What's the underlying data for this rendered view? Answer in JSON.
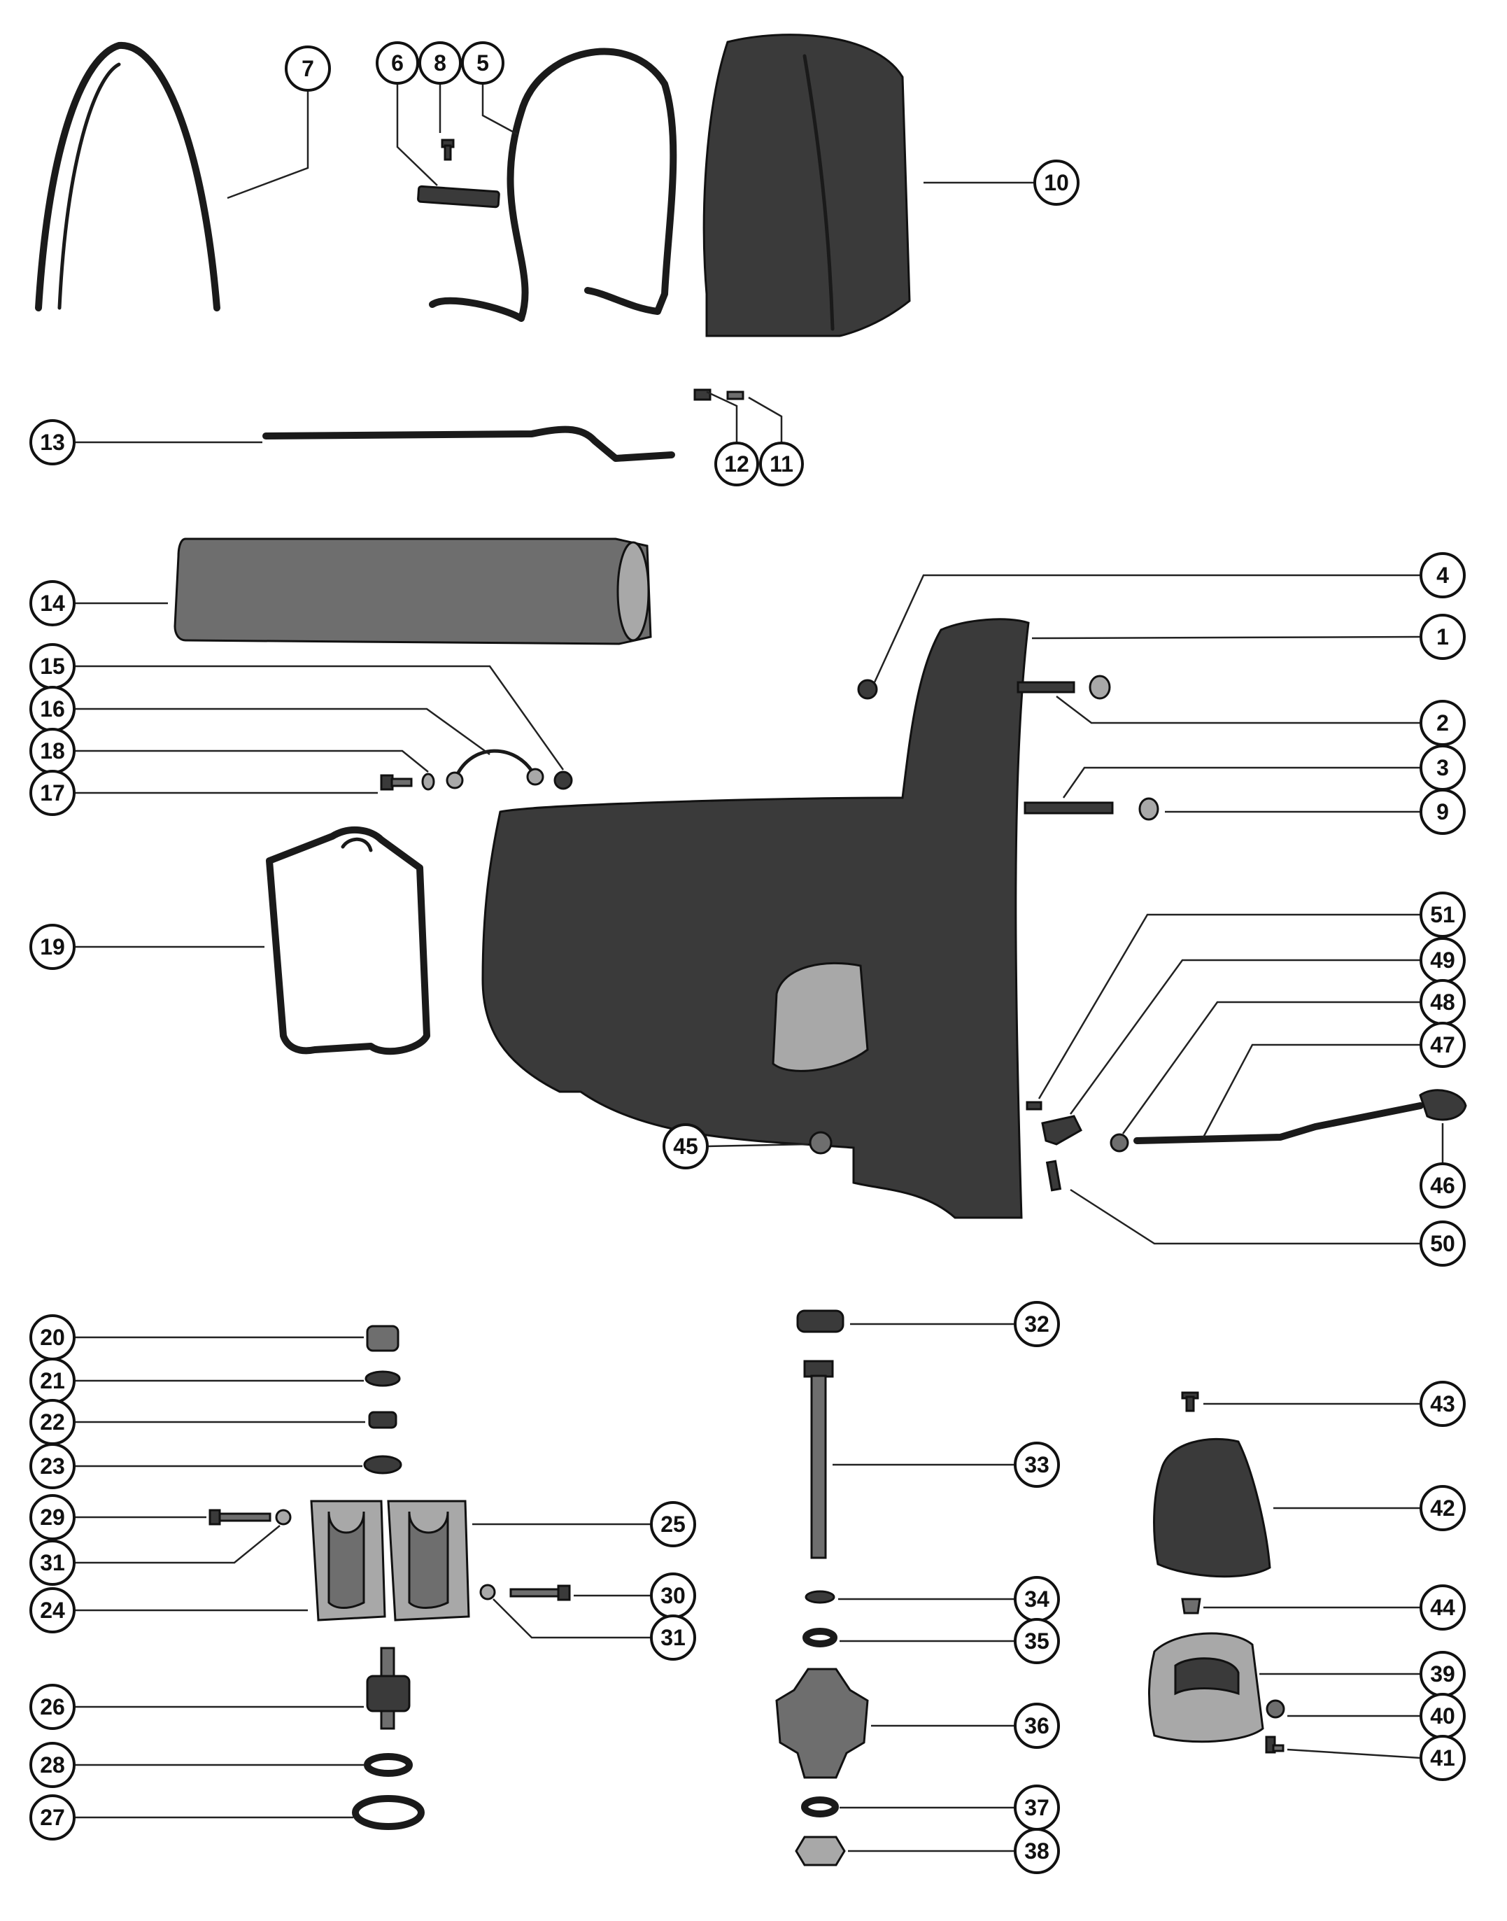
{
  "callouts": [
    "1",
    "2",
    "3",
    "4",
    "5",
    "6",
    "7",
    "8",
    "9",
    "10",
    "11",
    "12",
    "13",
    "14",
    "15",
    "16",
    "17",
    "18",
    "19",
    "20",
    "21",
    "22",
    "23",
    "24",
    "25",
    "26",
    "27",
    "28",
    "29",
    "30",
    "31",
    "31",
    "32",
    "33",
    "34",
    "35",
    "36",
    "37",
    "38",
    "39",
    "40",
    "41",
    "42",
    "43",
    "44",
    "45",
    "46",
    "47",
    "48",
    "49",
    "50",
    "51"
  ],
  "colors": {
    "ink": "#111111",
    "part_dark": "#3a3a3a",
    "part_mid": "#6e6e6e",
    "part_light": "#a8a8a8",
    "paper": "#ffffff"
  }
}
